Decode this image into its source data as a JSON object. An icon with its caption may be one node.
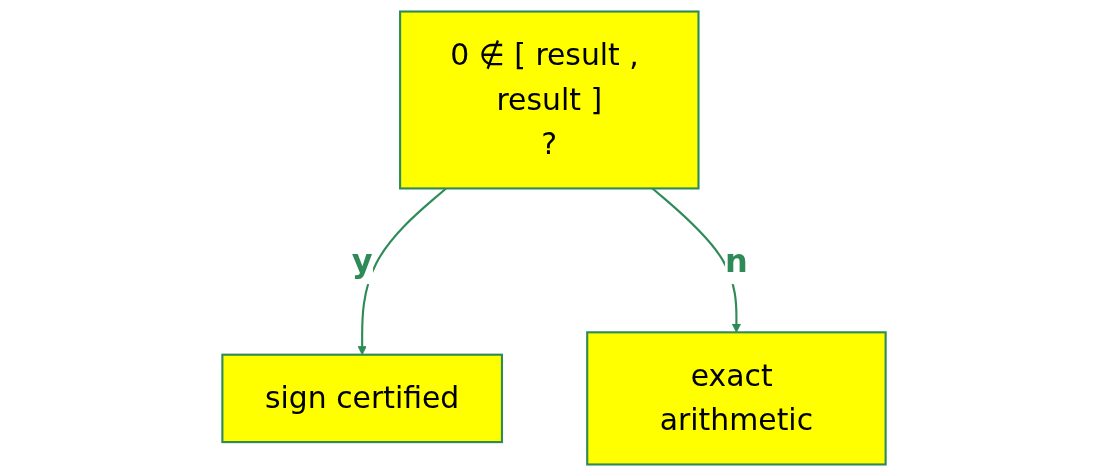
{
  "diagram": {
    "nodes": [
      {
        "text": [
          "0 ∉ [ result , result ]",
          "?"
        ]
      },
      {
        "text": [
          "sign certified"
        ]
      },
      {
        "text": [
          "exact arithmetic"
        ]
      }
    ],
    "edges": [
      {
        "from": 0,
        "to": 1,
        "arrow": "to",
        "label": "y"
      },
      {
        "from": 0,
        "to": 2,
        "arrow": "to",
        "label": "n"
      }
    ]
  }
}
